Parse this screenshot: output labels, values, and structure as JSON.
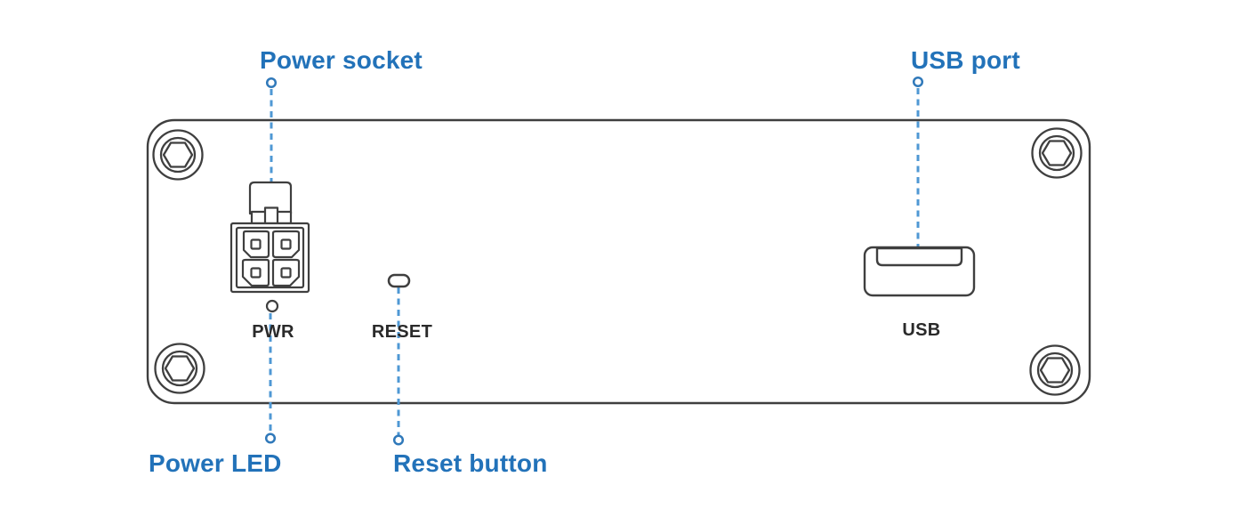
{
  "diagram": {
    "colors": {
      "background": "#ffffff",
      "label_blue": "#2272b9",
      "line_blue": "#4f98d4",
      "endpoint_blue": "#3079ba",
      "outline_dark": "#3f3f3f",
      "port_label_dark": "#2a2a2a"
    },
    "callouts": {
      "power_socket": {
        "label": "Power socket"
      },
      "usb_port": {
        "label": "USB port"
      },
      "power_led": {
        "label": "Power LED"
      },
      "reset_button": {
        "label": "Reset button"
      }
    },
    "port_labels": {
      "pwr": "PWR",
      "reset": "RESET",
      "usb": "USB"
    }
  }
}
